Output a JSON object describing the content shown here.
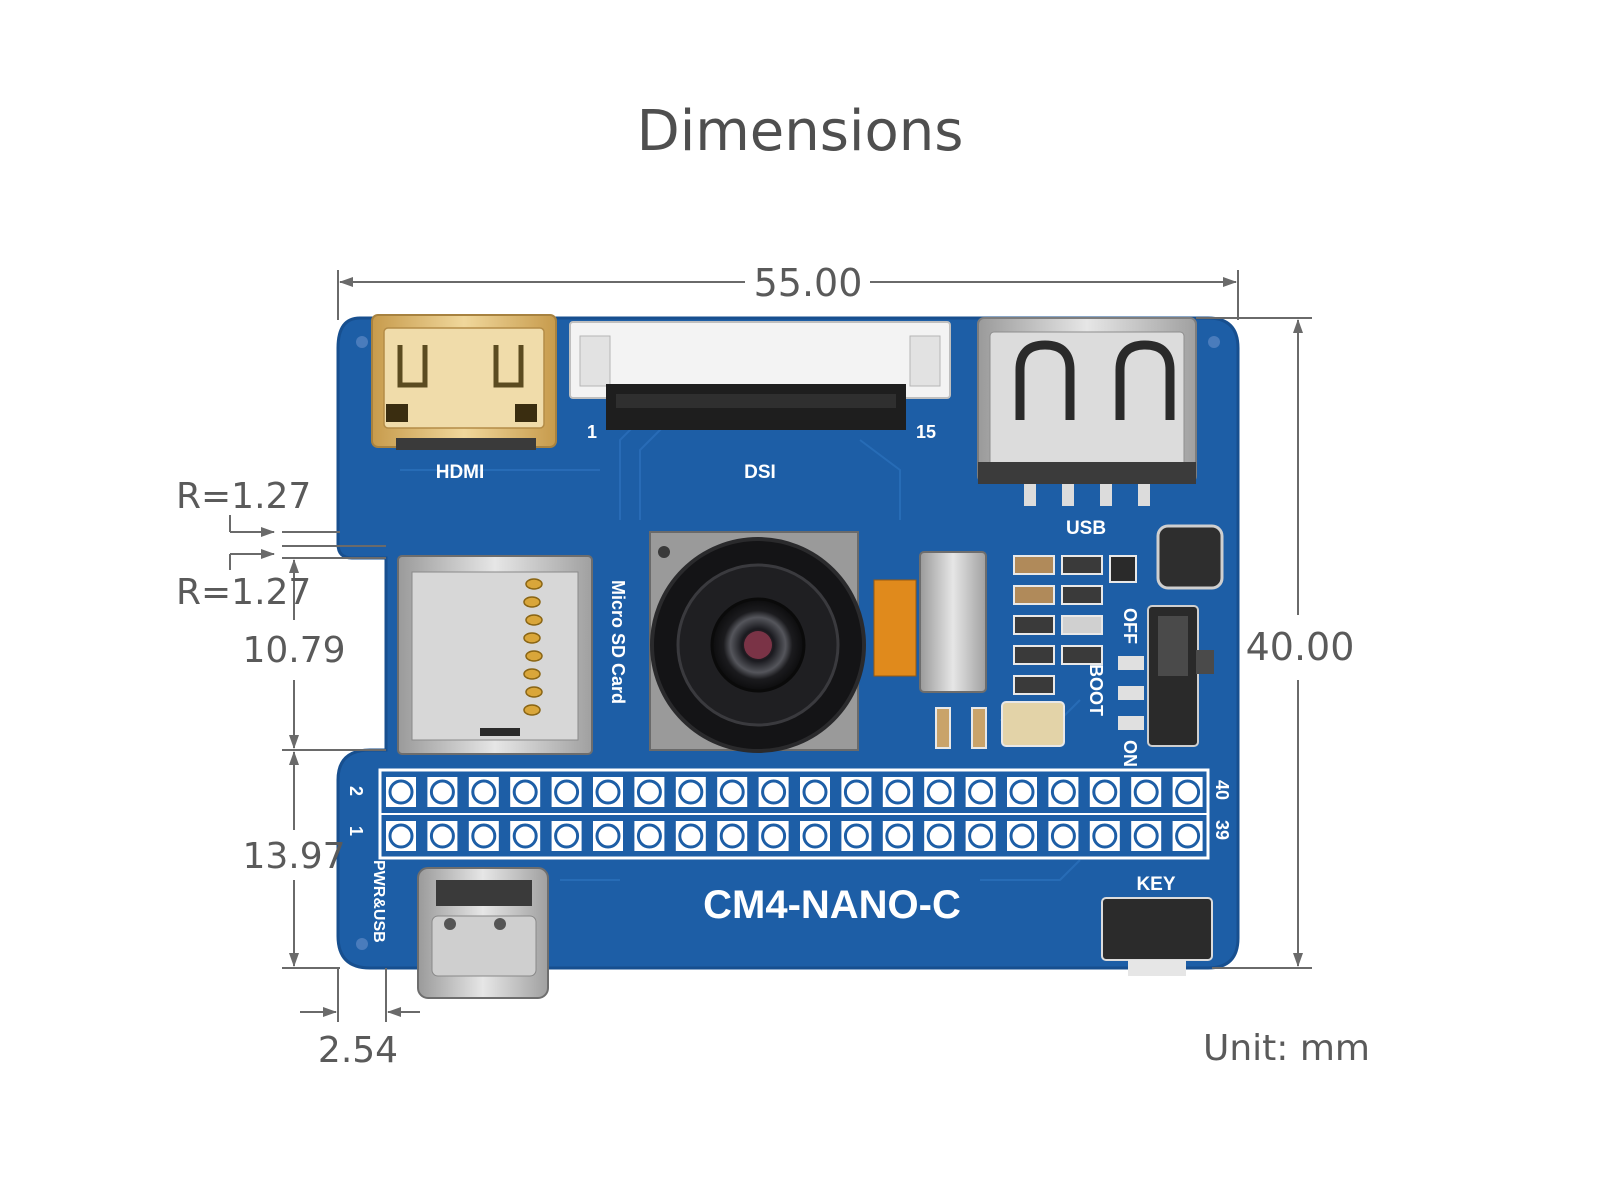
{
  "page": {
    "title": "Dimensions",
    "unit_label": "Unit: mm"
  },
  "dimensions": {
    "width": "55.00",
    "height": "40.00",
    "notch_radius_top": "R=1.27",
    "notch_radius_bottom": "R=1.27",
    "notch_height": "10.79",
    "header_offset": "13.97",
    "left_offset": "2.54"
  },
  "board": {
    "name": "CM4-NANO-C",
    "labels": {
      "hdmi": "HDMI",
      "dsi": "DSI",
      "dsi_pin_first": "1",
      "dsi_pin_last": "15",
      "usb": "USB",
      "micro_sd": "Micro SD Card",
      "switch_off": "OFF",
      "switch_boot": "BOOT",
      "switch_on": "ON",
      "key": "KEY",
      "pwr_usb": "PWR&USB",
      "gpio_pin_2": "2",
      "gpio_pin_1": "1",
      "gpio_pin_40": "40",
      "gpio_pin_39": "39"
    }
  },
  "colors": {
    "pcb": "#1d5ea6",
    "pcb_edge": "#174f8f",
    "silkscreen": "#ffffff",
    "dimension_lines": "#6a6a6a",
    "text": "#5a5a5a",
    "gold": "#d9b36a",
    "metal": "#c8c8c8"
  }
}
